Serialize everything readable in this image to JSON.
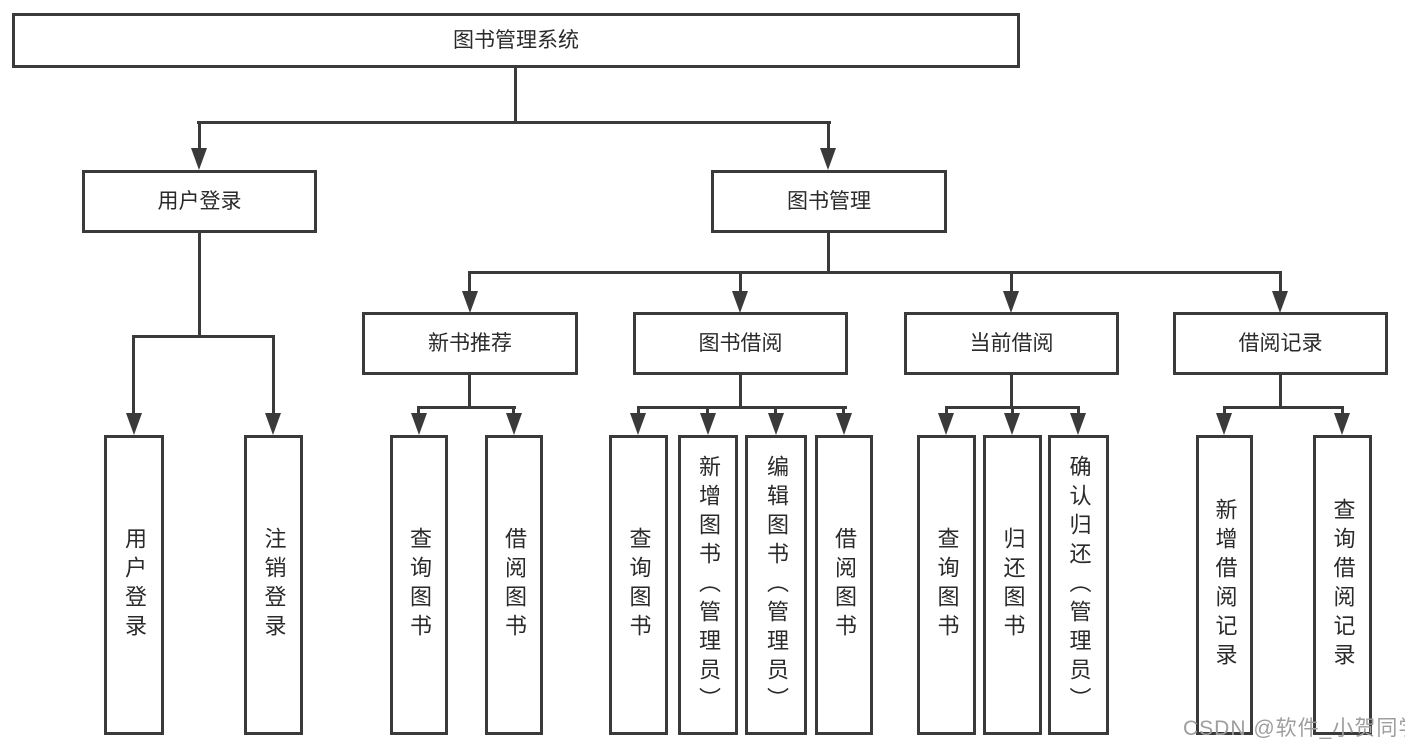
{
  "diagram": {
    "root": {
      "label": "图书管理系统"
    },
    "branches": [
      {
        "label": "用户登录",
        "children": [
          {
            "label": "用户登录"
          },
          {
            "label": "注销登录"
          }
        ]
      },
      {
        "label": "图书管理",
        "groups": [
          {
            "label": "新书推荐",
            "children": [
              {
                "label": "查询图书"
              },
              {
                "label": "借阅图书"
              }
            ]
          },
          {
            "label": "图书借阅",
            "children": [
              {
                "label": "查询图书"
              },
              {
                "label": "新增图书（管理员）"
              },
              {
                "label": "编辑图书（管理员）"
              },
              {
                "label": "借阅图书"
              }
            ]
          },
          {
            "label": "当前借阅",
            "children": [
              {
                "label": "查询图书"
              },
              {
                "label": "归还图书"
              },
              {
                "label": "确认归还（管理员）"
              }
            ]
          },
          {
            "label": "借阅记录",
            "children": [
              {
                "label": "新增借阅记录"
              },
              {
                "label": "查询借阅记录"
              }
            ]
          }
        ]
      }
    ],
    "watermark": "CSDN @软件_小贺同学",
    "colors": {
      "line": "#3a3a3a",
      "text": "#2a2a2a",
      "watermark": "#9e9e9e",
      "bg": "#ffffff"
    }
  }
}
